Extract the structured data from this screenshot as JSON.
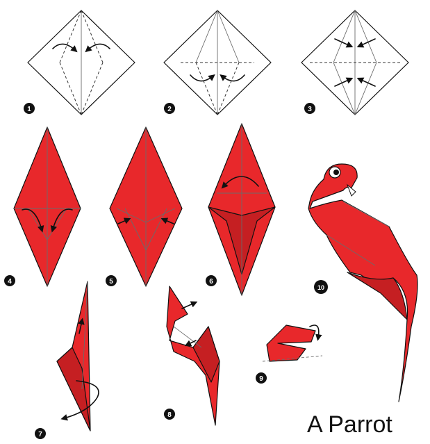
{
  "title": "A Parrot",
  "step_numbers": [
    "1",
    "2",
    "3",
    "4",
    "5",
    "6",
    "7",
    "8",
    "9",
    "10"
  ],
  "colors": {
    "paper": "#e8282b",
    "paper_shadow": "#c51f22",
    "outline": "#111111",
    "crease": "#6b6b6b"
  },
  "icons": [
    "fold-arrow-icon",
    "turn-over-icon",
    "eye-icon"
  ]
}
